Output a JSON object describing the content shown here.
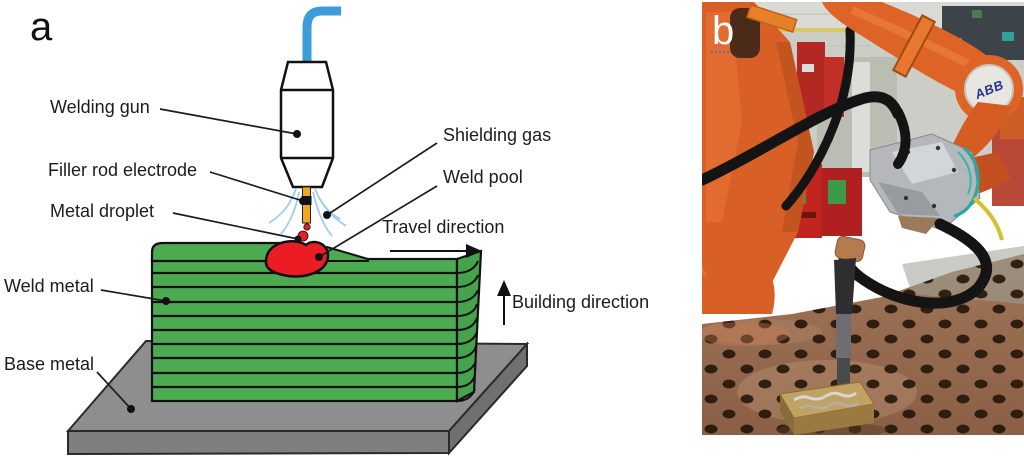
{
  "figure": {
    "panel_a_label": "a",
    "panel_b_label": "b"
  },
  "diagram": {
    "labels": {
      "welding_gun": "Welding gun",
      "filler_rod_electrode": "Filler rod electrode",
      "metal_droplet": "Metal droplet",
      "weld_metal": "Weld metal",
      "base_metal": "Base metal",
      "shielding_gas": "Shielding gas",
      "weld_pool": "Weld pool",
      "travel_direction": "Travel direction",
      "building_direction": "Building direction"
    },
    "colors": {
      "weld_layers_green": "#4caa50",
      "weld_pool_red": "#ed1c24",
      "base_metal_gray": "#8e8e8e",
      "torch_cable_blue": "#3e9dd8",
      "electrode_yellow": "#f2a71b",
      "shielding_gas_blue": "#9fcdf2"
    }
  },
  "photo": {
    "robot_logo": "ABB",
    "colors": {
      "robot_orange": "#dd6426",
      "table_brown": "#9a6e50"
    }
  }
}
